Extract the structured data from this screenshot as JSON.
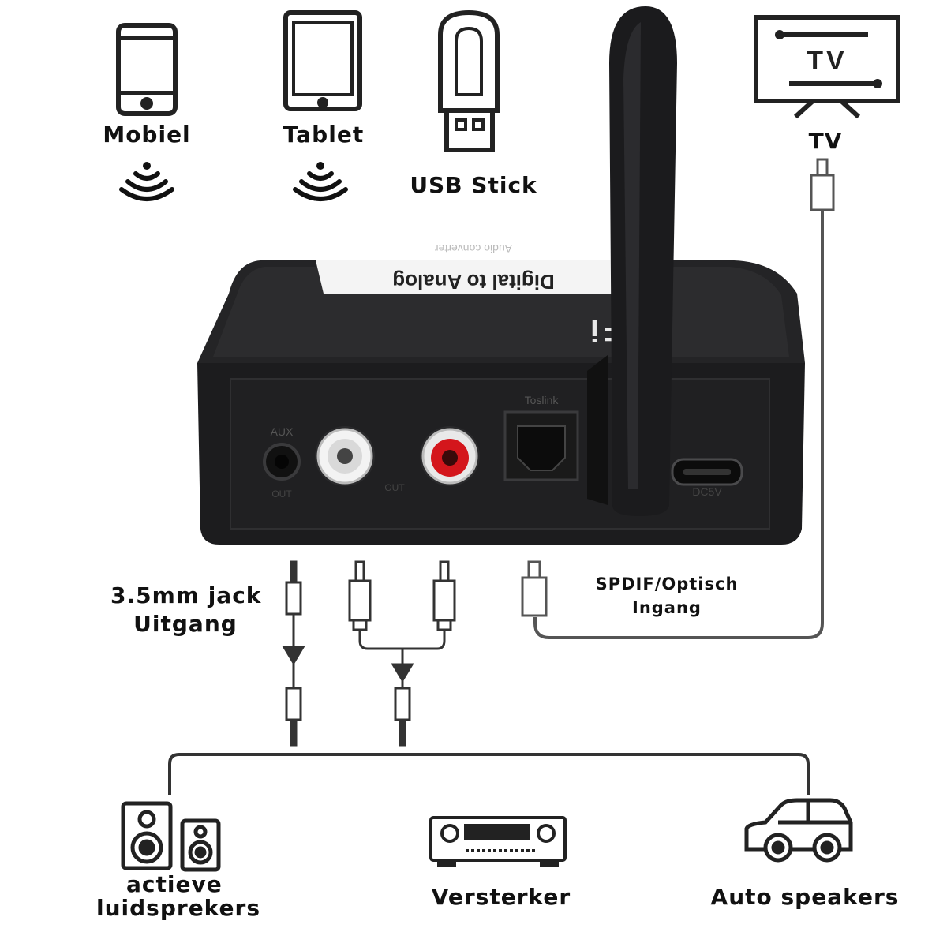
{
  "sources": {
    "mobile": "Mobiel",
    "tablet": "Tablet",
    "usb": "USB Stick",
    "tv": "TV"
  },
  "device": {
    "label": "Digital to Analog",
    "sublabel": "Audio converter",
    "brand": "HiFi",
    "port_aux": "AUX",
    "port_out_aux": "OUT",
    "port_out_rca": "OUT",
    "port_toslink": "Toslink",
    "port_dc": "DC5V"
  },
  "connections": {
    "jack_line1": "3.5mm jack",
    "jack_line2": "Uitgang",
    "spdif_line1": "SPDIF/Optisch",
    "spdif_line2": "Ingang"
  },
  "outputs": {
    "speakers_line1": "actieve",
    "speakers_line2": "luidsprekers",
    "amplifier": "Versterker",
    "car": "Auto speakers"
  },
  "colors": {
    "device_body": "#1c1c1e",
    "rca_red": "#d4161c",
    "rca_white": "#e9e9e9",
    "line": "#333333"
  }
}
